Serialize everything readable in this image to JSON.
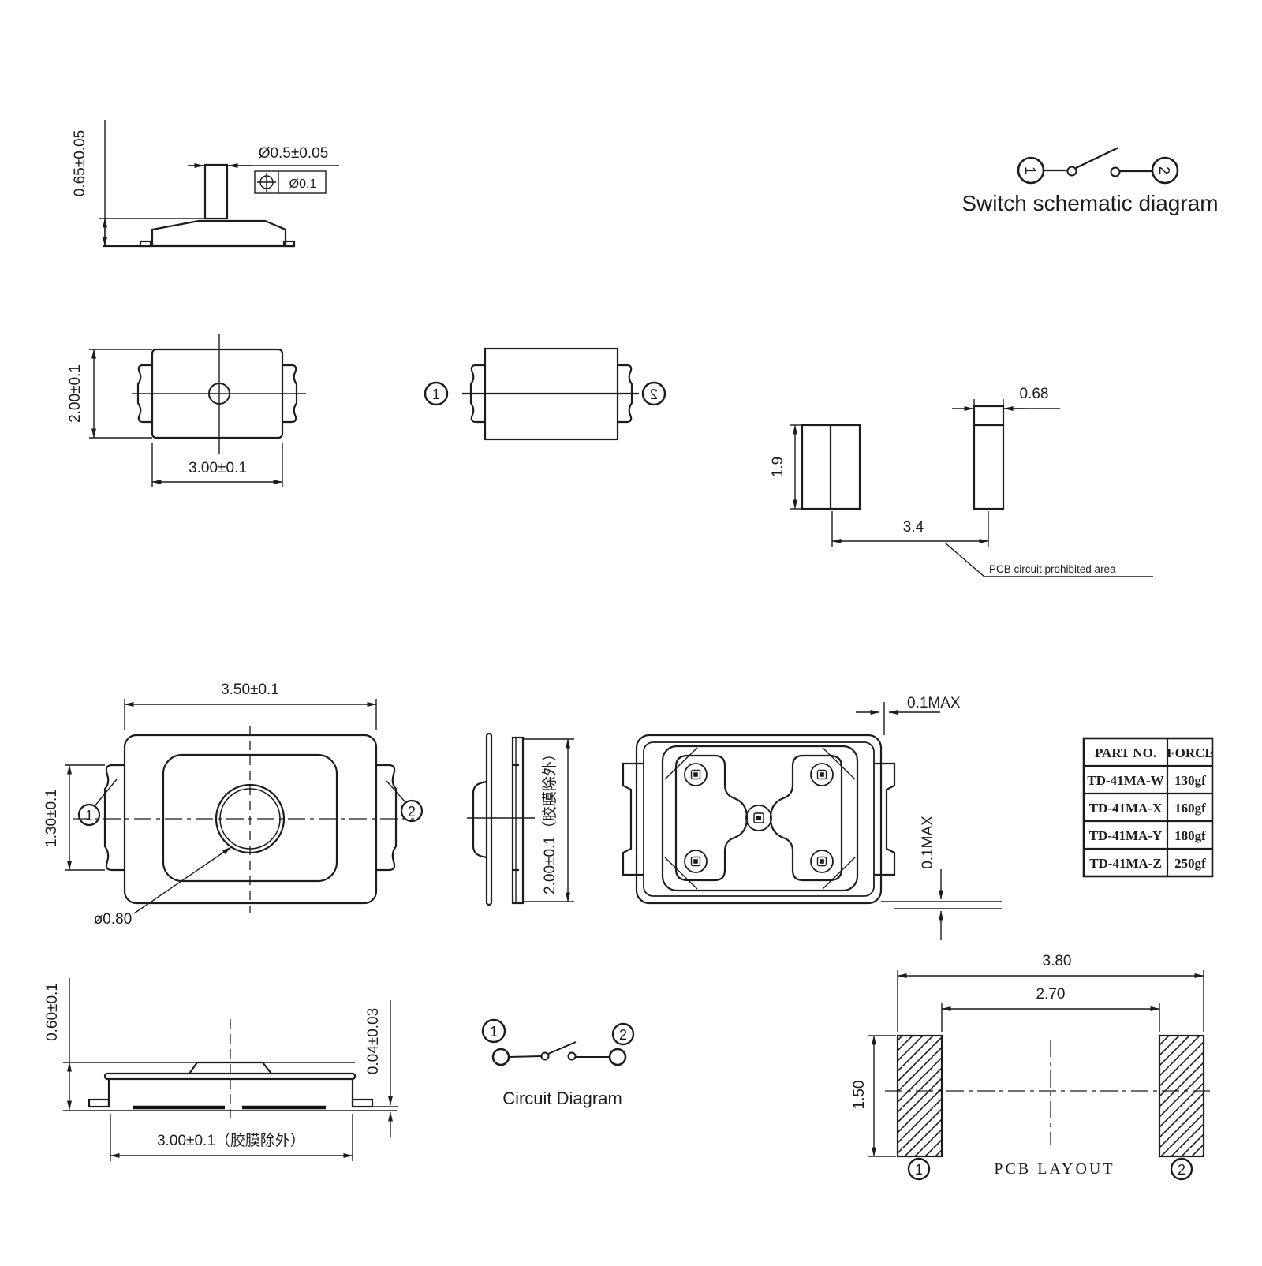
{
  "drawing": {
    "stem_view": {
      "body_height": "0.65±0.05",
      "stem_dia": "Ø0.5±0.05",
      "position_tol": "Ø0.1"
    },
    "schematic": {
      "pin1": "1",
      "pin2": "2",
      "caption": "Switch schematic diagram"
    },
    "top_small": {
      "height": "2.00±0.1",
      "width": "3.00±0.1"
    },
    "side_pins": {
      "pin1": "1",
      "pin2": "2"
    },
    "pads": {
      "pad_width": "0.68",
      "pad_height": "1.9",
      "pitch": "3.4",
      "note": "PCB circuit prohibited area"
    },
    "top_detail": {
      "width": "3.50±0.1",
      "tab_height": "1.30±0.1",
      "actuator_dia": "ø0.80",
      "pin1": "1",
      "pin2": "2"
    },
    "profile": {
      "height": "2.00±0.1（胶膜除外）"
    },
    "bottom": {
      "gap_top": "0.1MAX",
      "gap_side": "0.1MAX"
    },
    "table": {
      "h1": "PART NO.",
      "h2": "FORCE",
      "rows": [
        {
          "part": "TD-41MA-W",
          "force": "130gf"
        },
        {
          "part": "TD-41MA-X",
          "force": "160gf"
        },
        {
          "part": "TD-41MA-Y",
          "force": "180gf"
        },
        {
          "part": "TD-41MA-Z",
          "force": "250gf"
        }
      ]
    },
    "front": {
      "height": "0.60±0.1",
      "standoff": "0.04±0.03",
      "width": "3.00±0.1（胶膜除外）"
    },
    "circuit": {
      "pin1": "1",
      "pin2": "2",
      "caption": "Circuit Diagram"
    },
    "pcb": {
      "outer": "3.80",
      "inner": "2.70",
      "pad_h": "1.50",
      "pin1": "1",
      "pin2": "2",
      "caption": "PCB LAYOUT"
    }
  }
}
